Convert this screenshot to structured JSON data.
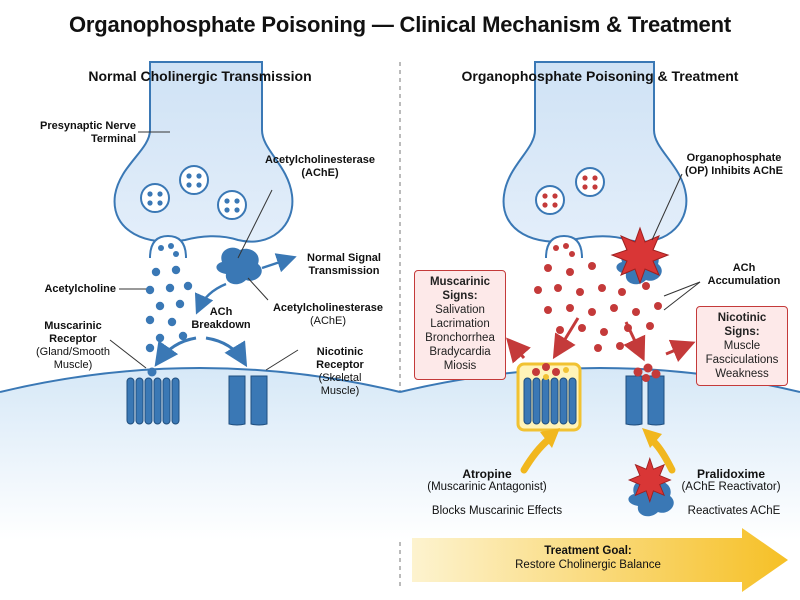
{
  "title": "Organophosphate Poisoning — Clinical Mechanism & Treatment",
  "left_panel": {
    "title": "Normal Cholinergic Transmission",
    "presynaptic": "Presynaptic Nerve\nTerminal",
    "ache_top": "Acetylcholinesterase\n(AChE)",
    "signal": "Normal Signal\nTransmission",
    "acetylcholine": "Acetylcholine",
    "ach_breakdown": "ACh\nBreakdown",
    "ache_bottom_bold": "Acetylcholinesterase",
    "ache_bottom_paren": "(AChE)",
    "muscarinic_bold": "Muscarinic\nReceptor",
    "muscarinic_paren": "(Gland/Smooth\nMuscle)",
    "nicotinic_bold": "Nicotinic\nReceptor",
    "nicotinic_paren": "(Skeletal\nMuscle)"
  },
  "right_panel": {
    "title": "Organophosphate Poisoning & Treatment",
    "op": "Organophosphate\n(OP) Inhibits AChE",
    "ach_accumulation": "ACh\nAccumulation",
    "muscarinic_signs": {
      "heading": "Muscarinic\nSigns:",
      "items": [
        "Salivation",
        "Lacrimation",
        "Bronchorrhea",
        "Bradycardia",
        "Miosis"
      ]
    },
    "nicotinic_signs": {
      "heading": "Nicotinic\nSigns:",
      "items": [
        "Muscle",
        "Fasciculations",
        "Weakness"
      ]
    },
    "atropine_bold": "Atropine",
    "atropine_paren": "(Muscarinic Antagonist)",
    "atropine_effect": "Blocks Muscarinic Effects",
    "pralidoxime_bold": "Pralidoxime",
    "pralidoxime_paren": "(AChE Reactivator)",
    "pralidoxime_effect": "Reactivates AChE",
    "goal_heading": "Treatment Goal:",
    "goal_text": "Restore Cholinergic Balance"
  }
}
